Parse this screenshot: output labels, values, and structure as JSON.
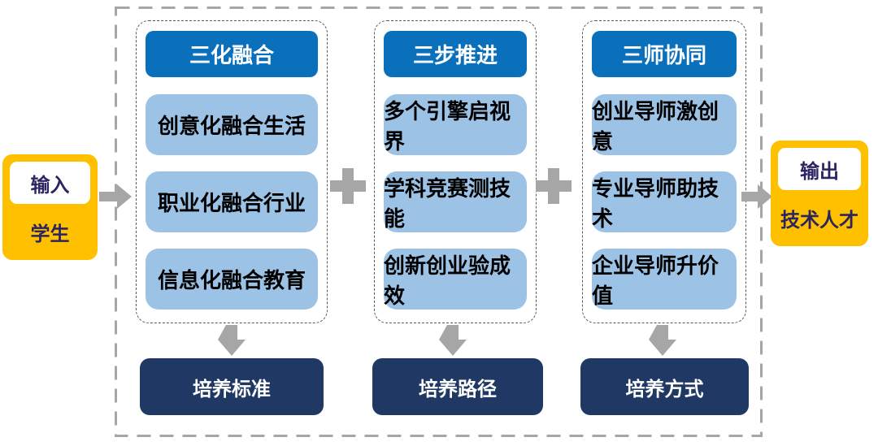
{
  "colors": {
    "io_fill": "#FFC000",
    "io_text": "#2A2560",
    "header_blue": "#0A70BC",
    "item_light_blue": "#9CC2E5",
    "result_navy": "#1F3864",
    "arrow_gray": "#A6A6A6",
    "frame_dash_gray": "#A6A6A6",
    "column_dash_gray": "#595959"
  },
  "input": {
    "label": "输入",
    "value": "学生"
  },
  "output": {
    "label": "输出",
    "value": "技术人才"
  },
  "columns": [
    {
      "header": "三化融合",
      "items": [
        "创意化融合生活",
        "职业化融合行业",
        "信息化融合教育"
      ],
      "result": "培养标准"
    },
    {
      "header": "三步推进",
      "items": [
        "多个引擎启视界",
        "学科竞赛测技能",
        "创新创业验成效"
      ],
      "result": "培养路径"
    },
    {
      "header": "三师协同",
      "items": [
        "创业导师激创意",
        "专业导师助技术",
        "企业导师升价值"
      ],
      "result": "培养方式"
    }
  ]
}
